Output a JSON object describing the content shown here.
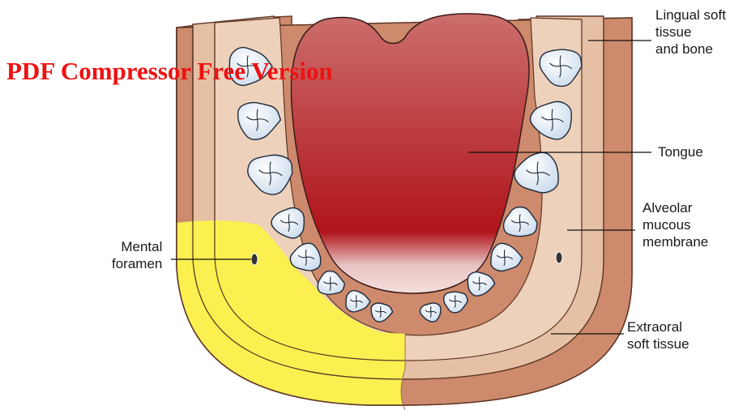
{
  "watermark": "PDF Compressor Free Version",
  "labels": {
    "lingual": "Lingual soft\ntissue\nand bone",
    "tongue": "Tongue",
    "alveolar": "Alveolar\nmucous\nmembrane",
    "mental": "Mental\nforamen",
    "extraoral": "Extraoral\nsoft tissue"
  },
  "colors": {
    "extraoral": "#cd8a6c",
    "lingual": "#e6c0a5",
    "alveolar": "#eed1bb",
    "anesthetized": "#fbf050",
    "tongue_top": "#cc6b6b",
    "tongue_bottom": "#b0141a",
    "tooth": "#e2ecf6"
  }
}
